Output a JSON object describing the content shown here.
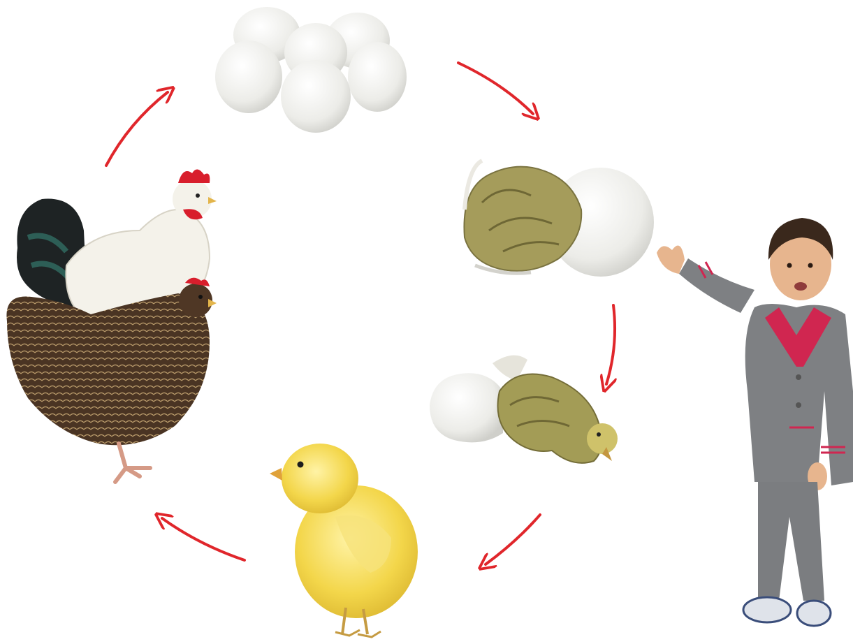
{
  "diagram": {
    "stages": [
      {
        "id": "eggs",
        "icon": "eggs-icon"
      },
      {
        "id": "hatching-egg",
        "icon": "hatching-egg-icon"
      },
      {
        "id": "newly-hatched-chick",
        "icon": "wet-chick-icon"
      },
      {
        "id": "chick",
        "icon": "chick-icon"
      },
      {
        "id": "adult-chickens",
        "icon": "hen-rooster-icon"
      }
    ],
    "presenter": {
      "icon": "boy-presenter-icon"
    },
    "colors": {
      "arrow": "#e0262b",
      "egg": "#f2f2f0",
      "egg_shade": "#d6d6d2",
      "chick_yellow": "#f3d64a",
      "wet_chick": "#9f9a55",
      "hen_brown": "#4a3423",
      "rooster_white": "#f4f2ea",
      "comb_red": "#d81e2c",
      "suit_gray": "#7e8083",
      "shirt_pink": "#d02650",
      "skin": "#e7b58e",
      "hair": "#3a281c"
    }
  }
}
